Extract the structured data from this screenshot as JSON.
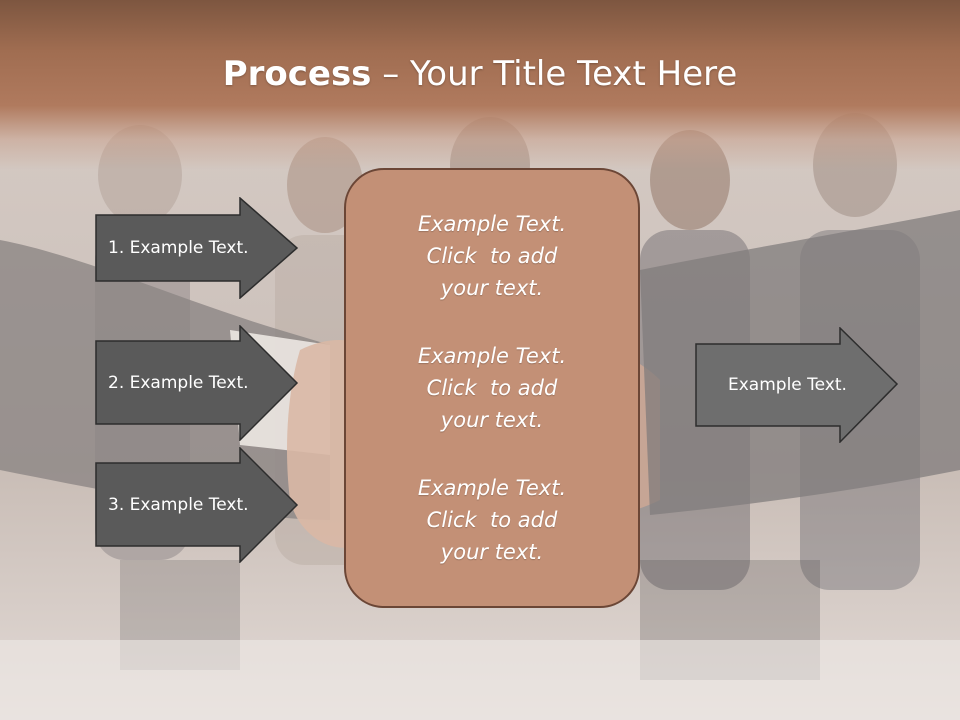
{
  "title": {
    "bold": "Process",
    "rest": " – Your Title Text Here"
  },
  "left_arrows": [
    {
      "label": "1. Example Text."
    },
    {
      "label": "2. Example Text."
    },
    {
      "label": "3. Example Text."
    }
  ],
  "center_texts": [
    {
      "line1": "Example Text.",
      "line2": "Click  to add",
      "line3": "your text."
    },
    {
      "line1": "Example Text.",
      "line2": "Click  to add",
      "line3": "your text."
    },
    {
      "line1": "Example Text.",
      "line2": "Click  to add",
      "line3": "your text."
    }
  ],
  "right_arrow": {
    "label": "Example Text."
  },
  "colors": {
    "header": "#a06d51",
    "center_box": "#c39076",
    "arrow_dark": "#5a5a5a",
    "arrow_light": "#6e6e6e",
    "text": "#ffffff"
  }
}
